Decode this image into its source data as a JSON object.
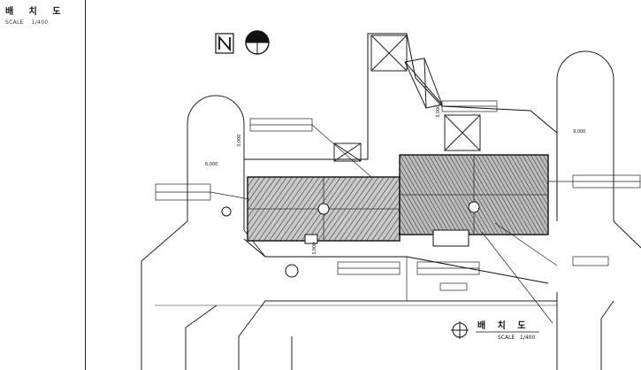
{
  "title_block": {
    "title": "배 치 도",
    "scale_label": "SCALE",
    "scale_value": "1/400"
  },
  "bottom_title": {
    "title": "배 치 도",
    "scale_label": "SCALE",
    "scale_value": "1/400"
  },
  "north_arrow": {
    "letter": "N"
  },
  "dimensions": {
    "left_offset": "6,000",
    "upper_right": "9,000",
    "right_offset": "3,000",
    "mid_vertical": "3,000",
    "left_vertical": "3,000"
  }
}
